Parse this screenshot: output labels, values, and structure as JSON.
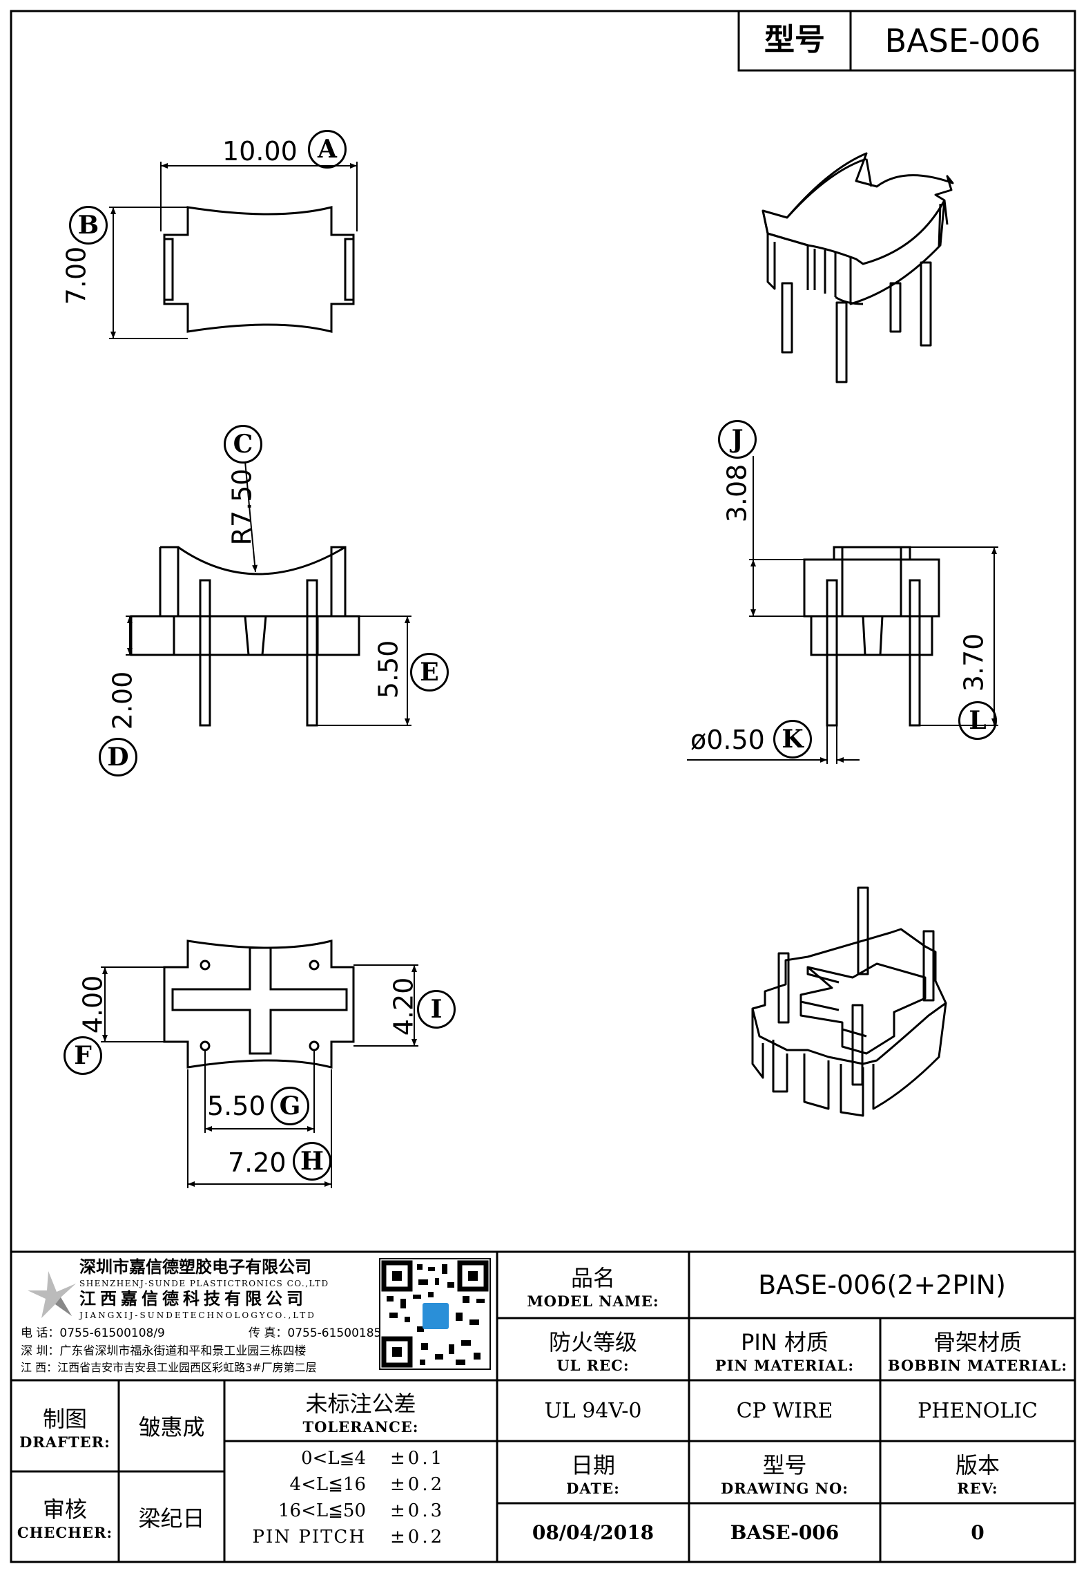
{
  "header": {
    "model_label": "型号",
    "model_value": "BASE-006"
  },
  "dimensions": {
    "A": {
      "letter": "A",
      "value": "10.00"
    },
    "B": {
      "letter": "B",
      "value": "7.00"
    },
    "C": {
      "letter": "C",
      "value": "R7.50"
    },
    "D": {
      "letter": "D",
      "value": "2.00"
    },
    "E": {
      "letter": "E",
      "value": "5.50"
    },
    "F": {
      "letter": "F",
      "value": "4.00"
    },
    "G": {
      "letter": "G",
      "value": "5.50"
    },
    "H": {
      "letter": "H",
      "value": "7.20"
    },
    "I": {
      "letter": "I",
      "value": "4.20"
    },
    "J": {
      "letter": "J",
      "value": "3.08"
    },
    "K": {
      "letter": "K",
      "value": "ø0.50"
    },
    "L": {
      "letter": "L",
      "value": "3.70"
    }
  },
  "company": {
    "name_cn_1": "深圳市嘉信德塑胶电子有限公司",
    "name_en_1": "SHENZHENJ-SUNDE PLASTICTRONICS CO.,LTD",
    "name_cn_2": "江西嘉信德科技有限公司",
    "name_en_2": "JIANGXIJ-SUNDETECHNOLOGYCO.,LTD",
    "phone": "电 话：0755-61500108/9",
    "fax": "传 真：0755-61500185",
    "addr_sz": "深 圳：广东省深圳市福永街道和平和景工业园三栋四楼",
    "addr_jx": "江 西：江西省吉安市吉安县工业园西区彩虹路3#厂房第二层"
  },
  "title_block": {
    "model_name_cn": "品名",
    "model_name_en": "MODEL NAME:",
    "model_name_value": "BASE-006(2+2PIN)",
    "ul_cn": "防火等级",
    "ul_en": "UL REC:",
    "pin_cn": "PIN 材质",
    "pin_en": "PIN MATERIAL:",
    "bobbin_cn": "骨架材质",
    "bobbin_en": "BOBBIN MATERIAL:",
    "ul_value": "UL 94V-0",
    "pin_value": "CP WIRE",
    "bobbin_value": "PHENOLIC",
    "date_cn": "日期",
    "date_en": "DATE:",
    "drawing_cn": "型号",
    "drawing_en": "DRAWING NO:",
    "rev_cn": "版本",
    "rev_en": "REV:",
    "date_value": "08/04/2018",
    "drawing_value": "BASE-006",
    "rev_value": "0",
    "drafter_cn": "制图",
    "drafter_en": "DRAFTER:",
    "drafter_name": "皱惠成",
    "checker_cn": "审核",
    "checker_en": "CHECHER:",
    "checker_name": "梁纪日",
    "tolerance_cn": "未标注公差",
    "tolerance_en": "TOLERANCE:",
    "tolerances": [
      {
        "range": "0<L≦4",
        "value": "±0.1"
      },
      {
        "range": "4<L≦16",
        "value": "±0.2"
      },
      {
        "range": "16<L≦50",
        "value": "±0.3"
      },
      {
        "range": "PIN PITCH",
        "value": "±0.2"
      }
    ]
  }
}
